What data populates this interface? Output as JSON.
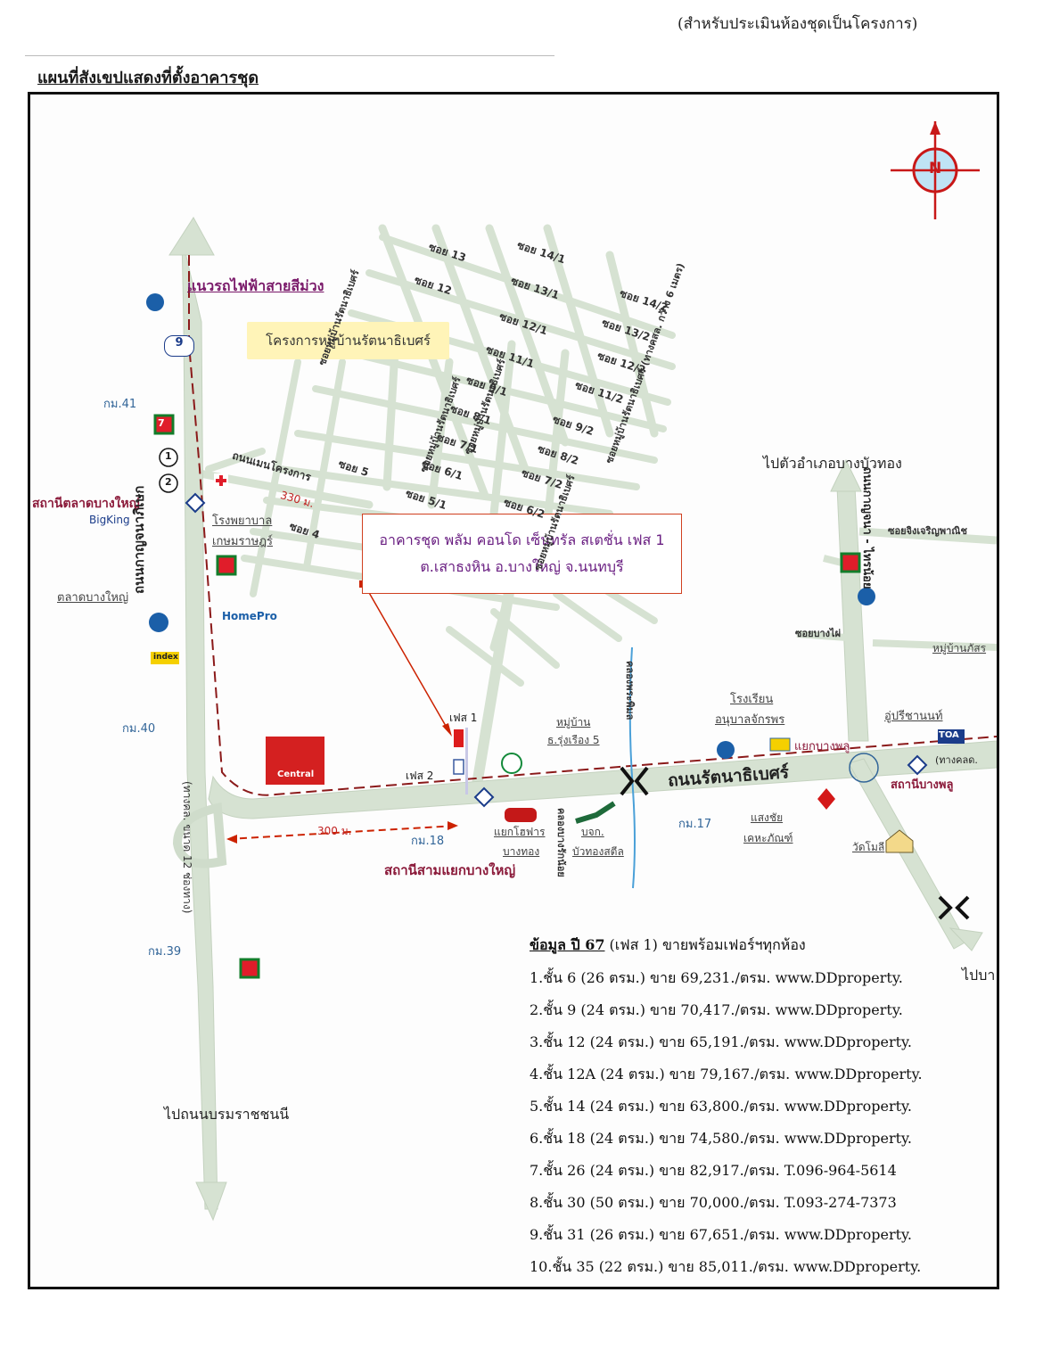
{
  "header": {
    "note": "(สำหรับประเมินห้องชุดเป็นโครงการ)",
    "title": "แผนที่สังเขปแสดงที่ตั้งอาคารชุด"
  },
  "map": {
    "purple_line": "แนวรถไฟฟ้าสายสีม่วง",
    "highway_number": "9",
    "village_project": "โครงการหมู่บ้านรัตนาธิเบศร์",
    "km_markers": {
      "km41": "กม.41",
      "km40": "กม.40",
      "km39": "กม.39",
      "km18": "กม.18",
      "km17": "กม.17"
    },
    "station_talad": "สถานีตลาดบางใหญ่",
    "bigking": "BigKing",
    "hospital": [
      "โรงพยาบาล",
      "เกษมราษฎร์"
    ],
    "market": "ตลาดบางใหญ่",
    "homepro": "HomePro",
    "index": "index",
    "central": "Central",
    "kanchanaphisek_road": "ถนนกาญจนาภิเษก",
    "kanchanaphisek_detail": "(ทางคล. ขนาด 12 ช่องทาง)",
    "to_borommaratchachonnani": "ไปถนนบรมราชชนนี",
    "project_road": [
      "ถนนเมนโครงการ",
      "330 ม."
    ],
    "distance_300": "300 ม.",
    "callout": {
      "line1": "อาคารชุด พลัม คอนโด เซ็นทรัล สเตชั่น เฟส 1",
      "line2": "ต.เสาธงหิน อ.บางใหญ่ จ.นนทบุรี"
    },
    "phase1": "เฟส 1",
    "phase2": "เฟส 2",
    "station_samyaek": "สถานีสามแยกบางใหญ่",
    "honda": [
      "แยกโฮฟาร",
      "บางทอง"
    ],
    "village_rungrueang": [
      "หมู่บ้าน",
      "ธ.รุ่งเรือง 5"
    ],
    "bualuang": [
      "บจก.",
      "บัวทองสตีล"
    ],
    "khlong": "คลองพระพิมล",
    "ratanathibet_road": "ถนนรัตนาธิเบศร์",
    "khlong2": "คลองบางรักน้อย",
    "school": [
      "โรงเรียน",
      "อนุบาลจักรพร"
    ],
    "intersection_bangphlu": "แยกบางพลู",
    "sengchai": [
      "แสงชัย",
      "เคหะภัณฑ์"
    ],
    "u_pree": "อู่ปรีชานนท์",
    "toa": "TOA",
    "station_bangphlu": "สถานีบางพลู",
    "highway_dept": "(ทางคลด.",
    "wat": "วัดโมลี",
    "to_bangbuathong": "ไปตัวอำเภอบางบัวทอง",
    "kanchanaphisek_right": "ถนนกาญจนา - ไทรน้อย",
    "soi_chingcharoen": "ซอยจิงเจริญพาณิช",
    "soi_bangphai": "ซอยบางไผ่",
    "village_phat": "หมู่บ้านภัสร",
    "to_right": "ไปบา",
    "north": "N",
    "circle1": "1",
    "circle2": "2",
    "seven_eleven": "7",
    "soi_labels": [
      "ซอย 13",
      "ซอย 12",
      "ซอย 14/1",
      "ซอย 13/1",
      "ซอย 14/2",
      "ซอย 12/1",
      "ซอย 13/2",
      "ซอย 11/1",
      "ซอย 12/2",
      "ซอย 9/1",
      "ซอย 11/2",
      "ซอย 8/1",
      "ซอย 9/2",
      "ซอย 7/1",
      "ซอย 8/2",
      "ซอย 6/1",
      "ซอย 7/2",
      "ซอย 5/1",
      "ซอย 6/2",
      "ซอย 5",
      "ซอย 4"
    ],
    "village_roads": [
      "ซอยหมู่บ้านรัตนาธิเบศร์",
      "ซอยหมู่บ้านรัตนาธิเบศร์",
      "ซอยหมู่บ้านรัตนาธิเบศร์",
      "ซอยหมู่บ้านรัตนาธิเบศร์",
      "ซอยหมู่บ้านรัตนาธิเบศร์ (ทางคสล. กว้าง 6 เมตร)"
    ]
  },
  "info": {
    "heading": "ข้อมูล ปี 67",
    "heading_rest": " (เฟส 1) ขายพร้อมเฟอร์ฯทุกห้อง",
    "rows": [
      "1.ชั้น 6 (26 ตรม.) ขาย 69,231./ตรม. www.DDproperty.",
      "2.ชั้น 9 (24 ตรม.) ขาย 70,417./ตรม. www.DDproperty.",
      "3.ชั้น 12 (24 ตรม.) ขาย 65,191./ตรม. www.DDproperty.",
      "4.ชั้น 12A (24 ตรม.) ขาย 79,167./ตรม. www.DDproperty.",
      "5.ชั้น 14 (24 ตรม.) ขาย 63,800./ตรม. www.DDproperty.",
      "6.ชั้น 18 (24 ตรม.) ขาย 74,580./ตรม. www.DDproperty.",
      "7.ชั้น 26 (24 ตรม.) ขาย 82,917./ตรม. T.096-964-5614",
      "8.ชั้น 30 (50 ตรม.) ขาย 70,000./ตรม. T.093-274-7373",
      "9.ชั้น 31 (26 ตรม.) ขาย 67,651./ตรม. www.DDproperty.",
      "10.ชั้น 35 (22 ตรม.) ขาย 85,011./ตรม. www.DDproperty."
    ]
  },
  "colors": {
    "road": "#d8e3d4",
    "purple_line": "#8b1a1a",
    "callout_text": "#6a1f82",
    "callout_border": "#d04020",
    "km_text": "#336699",
    "station_text": "#8b1a3a"
  }
}
